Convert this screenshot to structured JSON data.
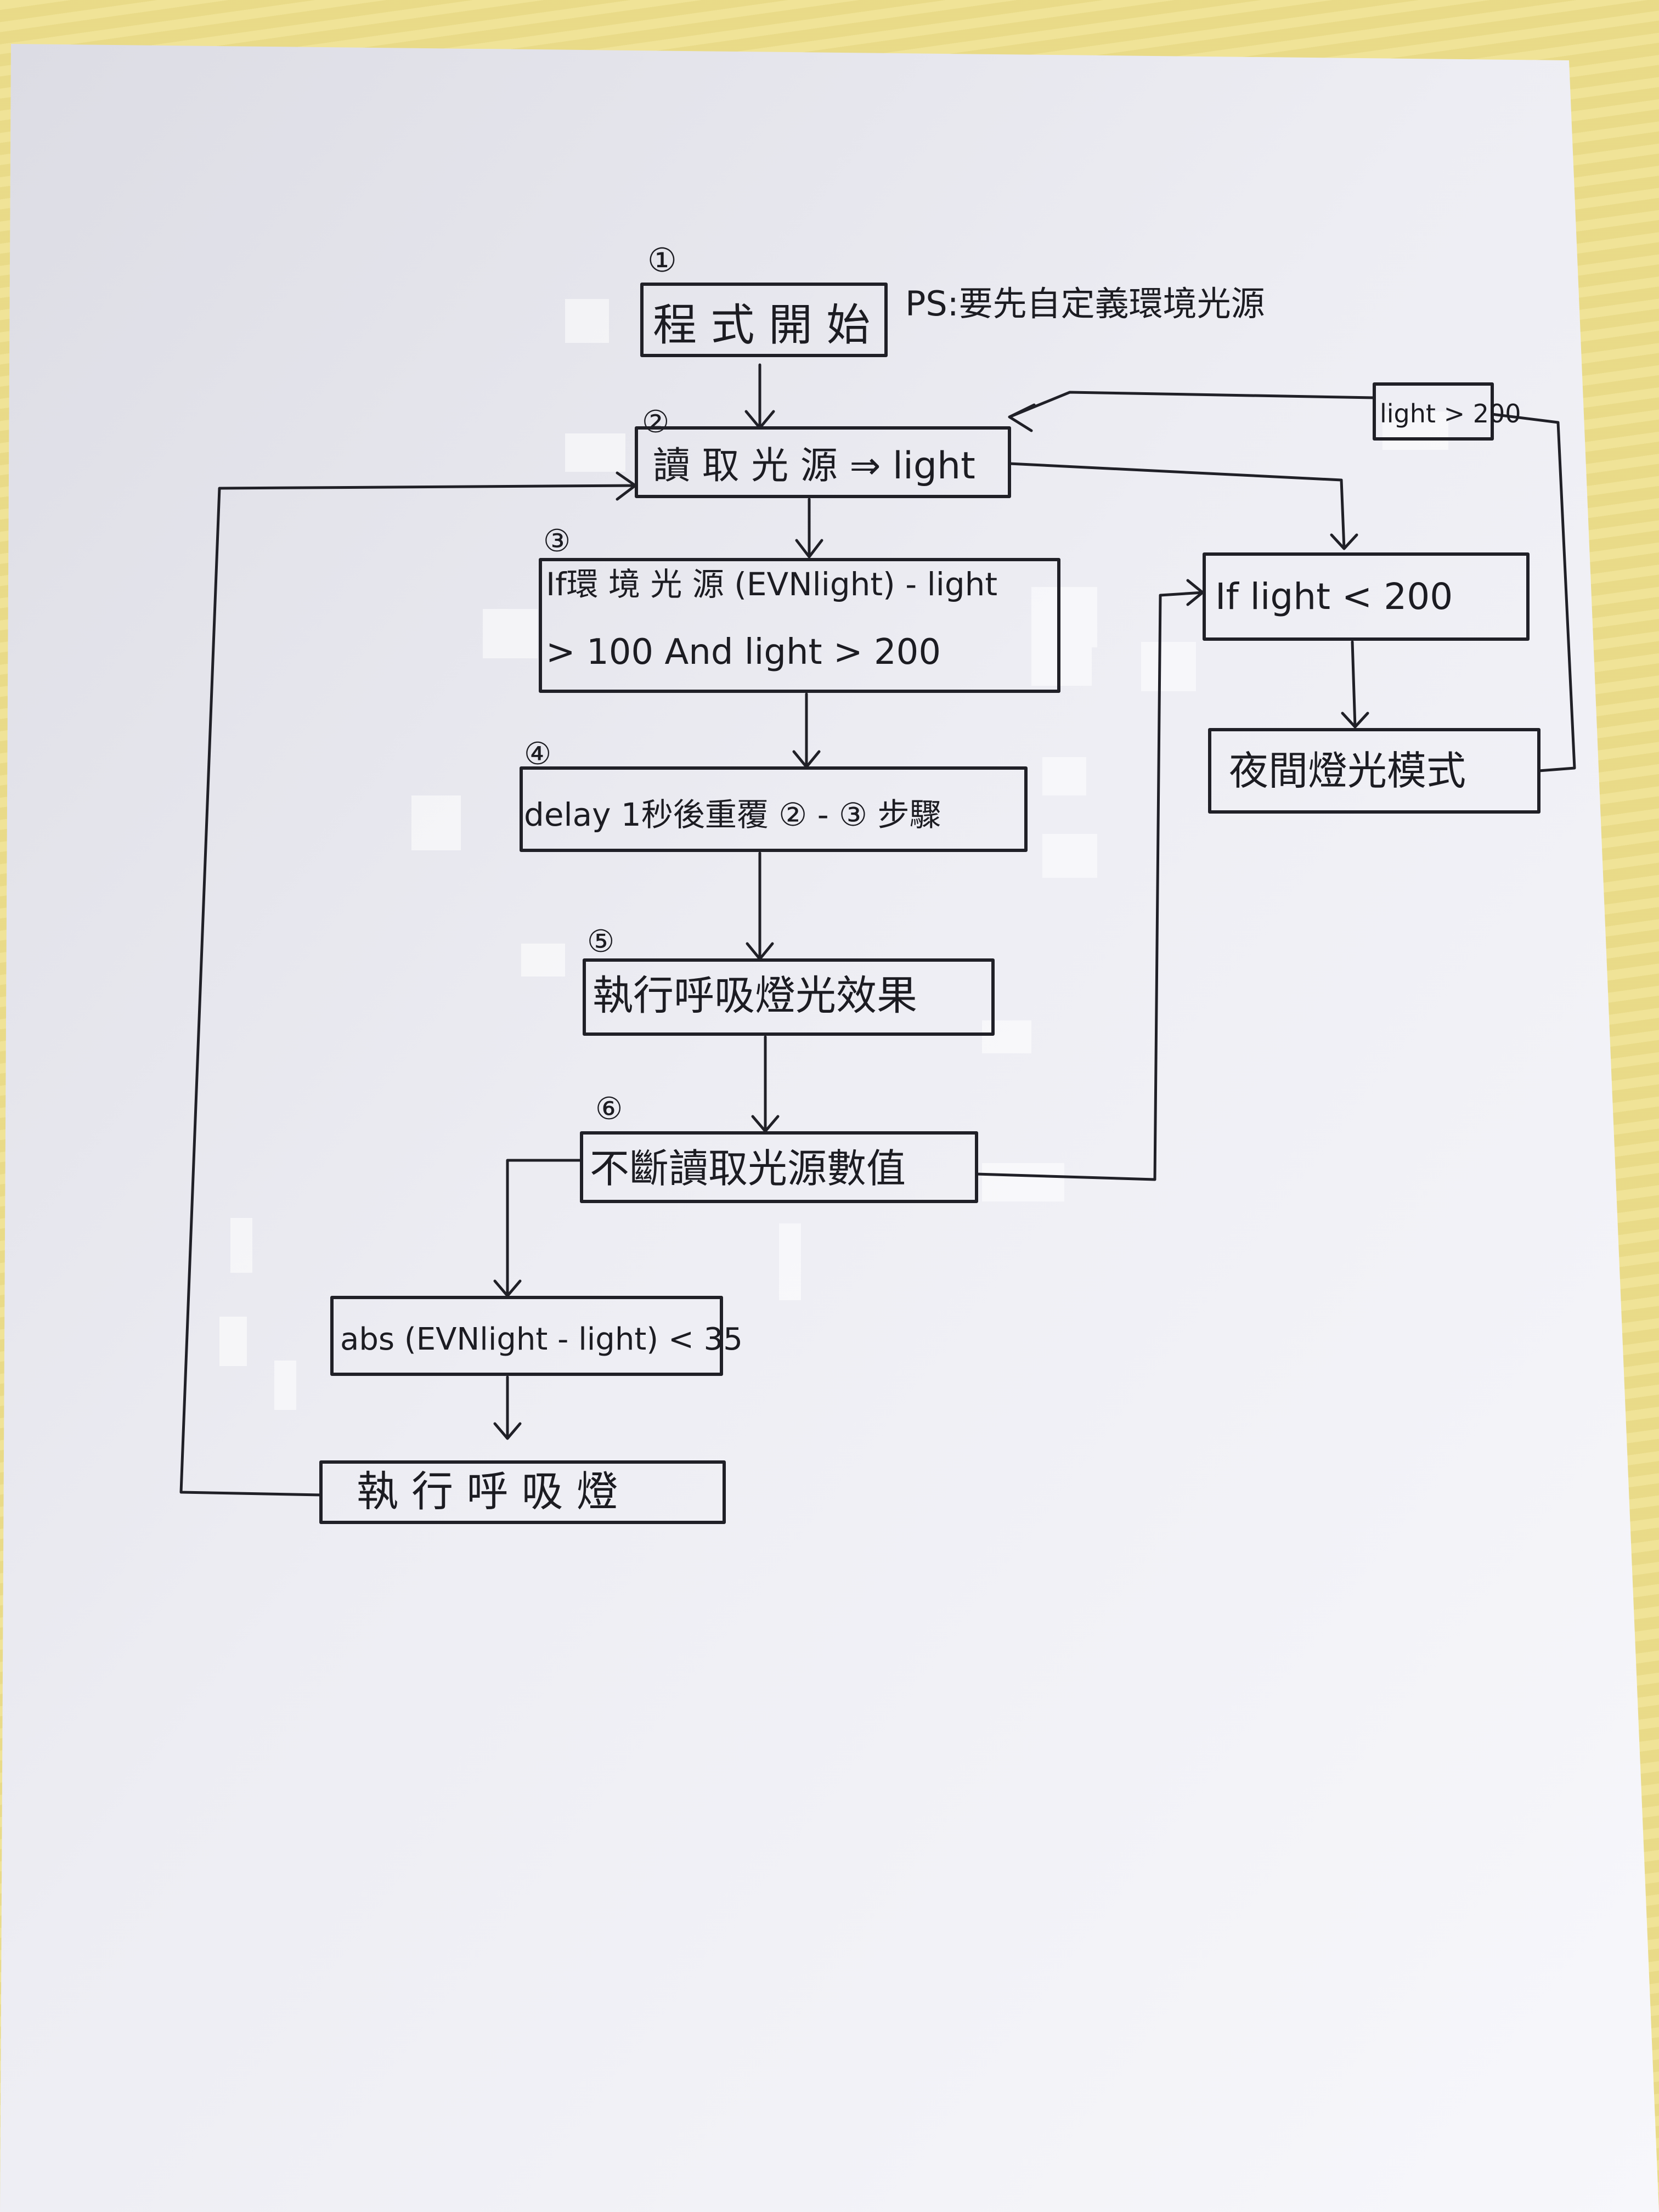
{
  "steps": {
    "s1": "①",
    "s2": "②",
    "s3": "③",
    "s4": "④",
    "s5": "⑤",
    "s6": "⑥"
  },
  "boxes": {
    "start": "程 式 開 始",
    "read_light": "讀 取 光 源 ⇒ light",
    "if_env_line1": "If環 境 光 源 (EVNlight) - light",
    "if_env_line2": "> 100  And  light > 200",
    "delay": "delay 1秒後重覆 ② - ③ 步驟",
    "breath_effect": "執行呼吸燈光效果",
    "continuous_read": "不斷讀取光源數值",
    "abs_check": "abs (EVNlight - light) < 35",
    "run_breath": "執 行 呼 吸 燈",
    "if_low": "If   light  < 200",
    "night_mode": "夜間燈光模式",
    "cond_high": "light > 200"
  },
  "notes": {
    "ps": "PS:要先自定義環境光源"
  },
  "colors": {
    "desk": "#efe18e",
    "paper": "#f2f2f6",
    "ink": "#202027"
  }
}
